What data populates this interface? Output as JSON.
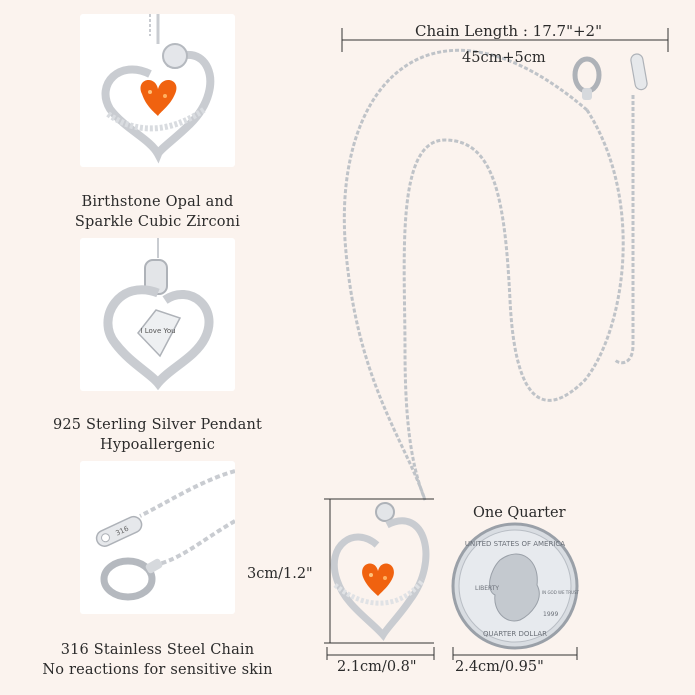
{
  "features": [
    {
      "line1": "Birthstone Opal and",
      "line2": "Sparkle Cubic Zirconi"
    },
    {
      "line1": "925 Sterling Silver  Pendant",
      "line2": "Hypoallergenic",
      "engraving": "I Love You"
    },
    {
      "line1": "316 Stainless Steel Chain",
      "line2": "No reactions for sensitive skin",
      "tag": "316"
    }
  ],
  "chain": {
    "length_label": "Chain Length : 17.7\"+2\"",
    "metric_label": "45cm+5cm"
  },
  "dimensions": {
    "pendant_height": "3cm/1.2\"",
    "pendant_width": "2.1cm/0.8\"",
    "coin_width": "2.4cm/0.95\""
  },
  "coin": {
    "title": "One Quarter",
    "top_text": "UNITED STATES OF AMERICA",
    "liberty": "LIBERTY",
    "motto": "IN GOD WE TRUST",
    "year": "1999",
    "bottom_text": "QUARTER DOLLAR"
  },
  "colors": {
    "background": "#fbf3ee",
    "silver": "#c9ccd1",
    "opal": "#f0620f"
  }
}
